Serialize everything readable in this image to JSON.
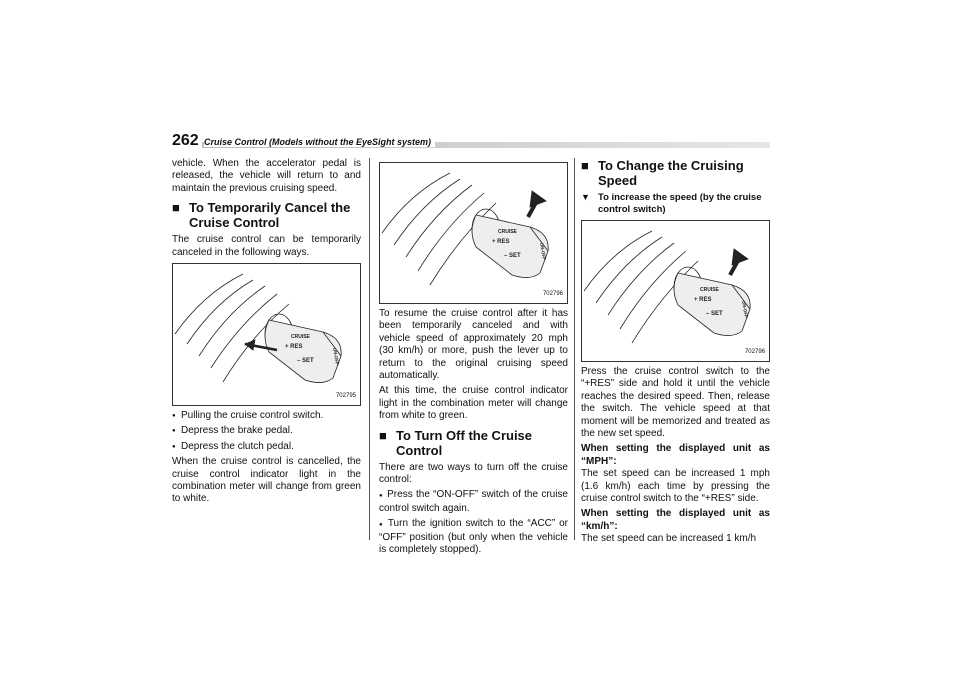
{
  "header": {
    "page_number": "262",
    "running_title": "Cruise Control (Models without the EyeSight system)"
  },
  "col1": {
    "p1": "vehicle. When the accelerator pedal is released, the vehicle will return to and maintain the previous cruising speed.",
    "h_cancel": "To Temporarily Cancel the Cruise Control",
    "p2": "The cruise control can be temporarily canceled in the following ways.",
    "fig_code": "702795",
    "bullets": [
      "Pulling the cruise control switch.",
      "Depress the brake pedal.",
      "Depress the clutch pedal."
    ],
    "p3": "When the cruise control is cancelled, the cruise control indicator light in the combination meter will change from green to white."
  },
  "col2": {
    "fig_code": "702796",
    "p1": "To resume the cruise control after it has been temporarily canceled and with vehicle speed of approximately 20 mph (30 km/h) or more, push the lever up to return to the original cruising speed automatically.",
    "p2": "At this time, the cruise control indicator light in the combination meter will change from white to green.",
    "h_off": "To Turn Off the Cruise Control",
    "p3": "There are two ways to turn off the cruise control:",
    "bullet1": "Press the “ON-OFF” switch of the cruise control switch again.",
    "bullet2": "Turn the ignition switch to the “ACC” or “OFF” position (but only when the vehicle is completely stopped)."
  },
  "col3": {
    "h_change": "To Change the Cruising Speed",
    "h_increase": "To increase the speed (by the cruise control switch)",
    "fig_code": "702796",
    "p1": "Press the cruise control switch to the “+RES” side and hold it until the vehicle reaches the desired speed. Then, release the switch. The vehicle speed at that moment will be memorized and treated as the new set speed.",
    "mph_label": "When setting the displayed unit as “MPH”:",
    "mph_text": "The set speed can be increased 1 mph (1.6 km/h) each time by pressing the cruise control switch to the “+RES” side.",
    "kmh_label": "When setting the displayed unit as “km/h”:",
    "kmh_text": "The set speed can be increased 1 km/h"
  },
  "symbols": {
    "square": "■",
    "triangle": "▼",
    "bullet": "●"
  },
  "switch_labels": {
    "cruise": "CRUISE",
    "res": "+ RES",
    "set": "– SET",
    "onoff": "ON-OFF"
  }
}
